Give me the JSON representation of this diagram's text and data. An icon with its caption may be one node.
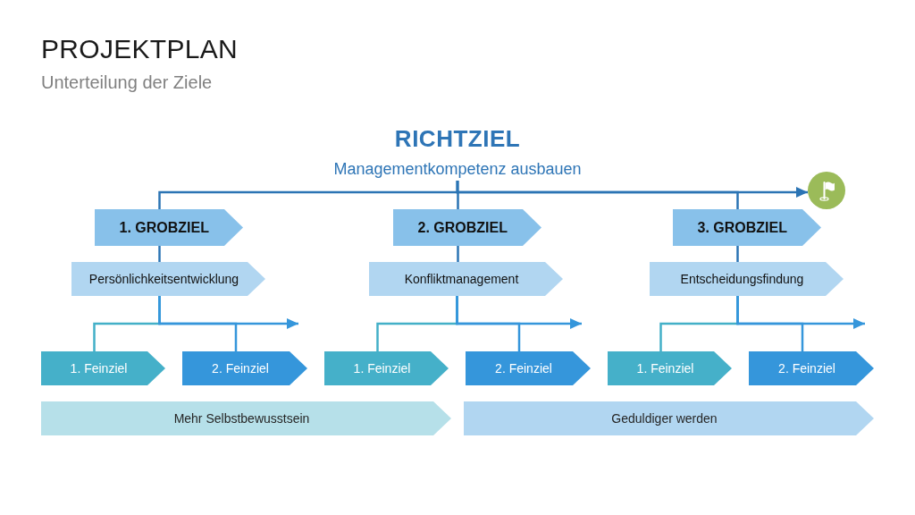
{
  "diagram": {
    "title": "PROJEKTPLAN",
    "nodes": [
      {
        "text": [
          "RICHTZIEL",
          "Managementkompetenz ausbauen"
        ]
      },
      {
        "text": [],
        "shape": "circle"
      },
      {
        "text": [
          "1. GROBZIEL"
        ]
      },
      {
        "text": [
          "2. GROBZIEL"
        ]
      },
      {
        "text": [
          "3. GROBZIEL"
        ]
      },
      {
        "text": [
          "Persönlichkeitsentwicklung"
        ]
      },
      {
        "text": [
          "Konfliktmanagement"
        ]
      },
      {
        "text": [
          "Entscheidungsfindung"
        ]
      },
      {
        "text": [
          "1. Feinziel"
        ]
      },
      {
        "text": [
          "2. Feinziel"
        ]
      },
      {
        "text": [
          "1. Feinziel"
        ]
      },
      {
        "text": [
          "2. Feinziel"
        ]
      },
      {
        "text": [
          "1. Feinziel"
        ]
      },
      {
        "text": [
          "2. Feinziel"
        ]
      },
      {
        "text": [
          "Mehr Selbstbewusstsein"
        ]
      },
      {
        "text": [
          "Geduldiger werden"
        ]
      }
    ],
    "edges": [
      {
        "from": 0,
        "to": 2,
        "arrow": "none"
      },
      {
        "from": 0,
        "to": 3,
        "arrow": "none"
      },
      {
        "from": 0,
        "to": 4,
        "arrow": "none"
      },
      {
        "from": 0,
        "to": 1,
        "arrow": "to"
      },
      {
        "from": 2,
        "to": 5,
        "arrow": "none"
      },
      {
        "from": 3,
        "to": 6,
        "arrow": "none"
      },
      {
        "from": 4,
        "to": 7,
        "arrow": "none"
      },
      {
        "from": 5,
        "to": 8,
        "arrow": "none",
        "color": "#43b0c8"
      },
      {
        "from": 5,
        "to": 9,
        "arrow": "none",
        "color": "#3596db"
      },
      {
        "from": 5,
        "to": null,
        "arrow": "to",
        "color": "#3596db"
      },
      {
        "from": 6,
        "to": 10,
        "arrow": "none",
        "color": "#43b0c8"
      },
      {
        "from": 6,
        "to": 11,
        "arrow": "none",
        "color": "#3596db"
      },
      {
        "from": 6,
        "to": null,
        "arrow": "to",
        "color": "#3596db"
      },
      {
        "from": 7,
        "to": 12,
        "arrow": "none",
        "color": "#43b0c8"
      },
      {
        "from": 7,
        "to": 13,
        "arrow": "none",
        "color": "#3596db"
      },
      {
        "from": 7,
        "to": null,
        "arrow": "to",
        "color": "#3596db"
      }
    ],
    "labels": [
      "Unterteilung der Ziele"
    ]
  }
}
